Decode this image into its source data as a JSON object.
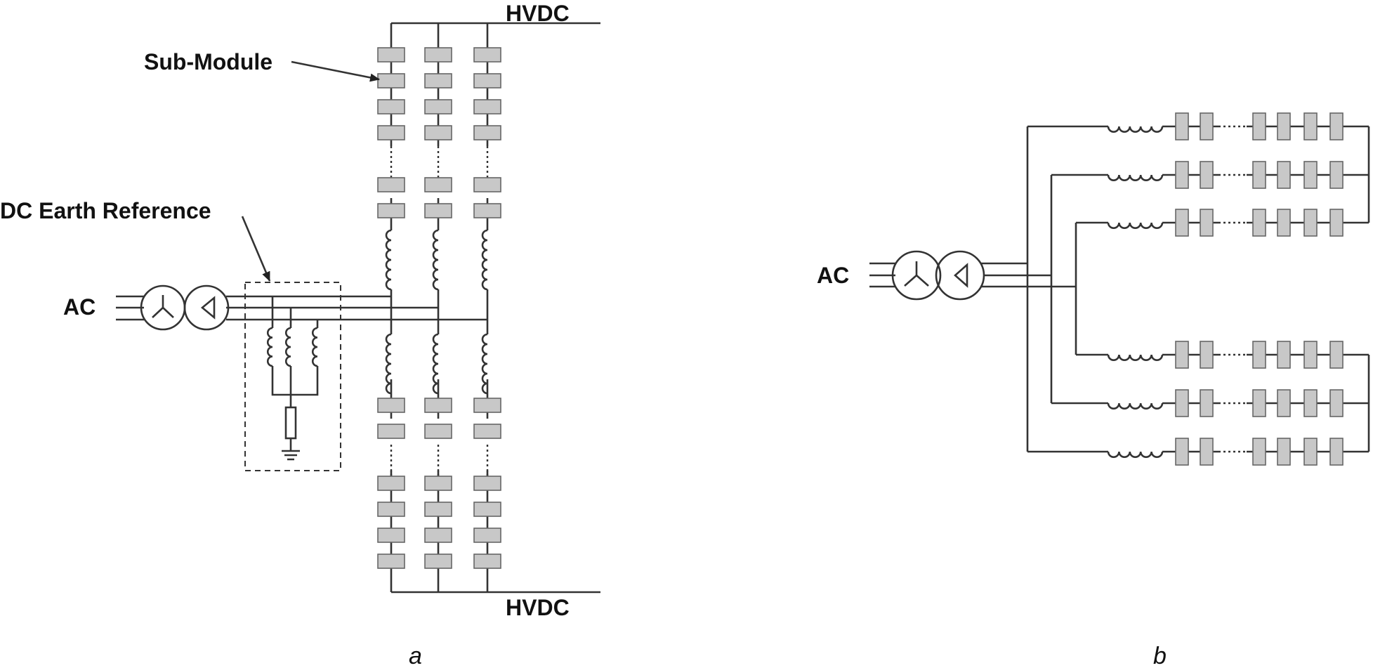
{
  "labels": {
    "hvdc_top": "HVDC",
    "hvdc_bottom": "HVDC",
    "sub_module": "Sub-Module",
    "dc_earth_reference": "DC Earth Reference",
    "ac_a": "AC",
    "ac_b": "AC",
    "caption_a": "a",
    "caption_b": "b"
  },
  "colors": {
    "wire": "#333333",
    "sub_module_fill": "#c8c8c8",
    "sub_module_stroke": "#666666"
  },
  "icons": {
    "transformer": "star-delta-transformer-icon",
    "inductor": "inductor-coil-icon",
    "resistor": "resistor-icon",
    "ground": "ground-icon"
  }
}
